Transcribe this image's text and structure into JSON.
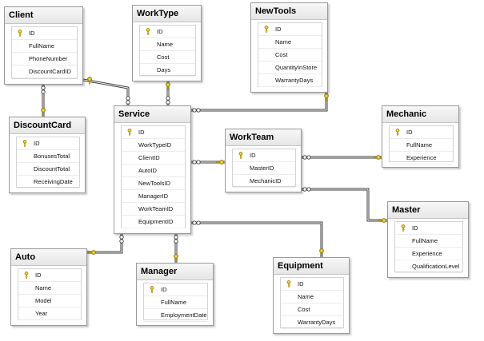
{
  "diagram": {
    "tables": [
      {
        "id": "client",
        "title": "Client",
        "columns": [
          {
            "name": "ID",
            "pk": true
          },
          {
            "name": "FullName"
          },
          {
            "name": "PhoneNumber"
          },
          {
            "name": "DiscountCardID"
          }
        ]
      },
      {
        "id": "worktype",
        "title": "WorkType",
        "columns": [
          {
            "name": "ID",
            "pk": true
          },
          {
            "name": "Name"
          },
          {
            "name": "Cost"
          },
          {
            "name": "Days"
          }
        ]
      },
      {
        "id": "newtools",
        "title": "NewTools",
        "columns": [
          {
            "name": "ID",
            "pk": true
          },
          {
            "name": "Name"
          },
          {
            "name": "Cost"
          },
          {
            "name": "QuantityInStore"
          },
          {
            "name": "WarrantyDays"
          }
        ]
      },
      {
        "id": "discountcard",
        "title": "DiscountCard",
        "columns": [
          {
            "name": "ID",
            "pk": true
          },
          {
            "name": "BonusesTotal"
          },
          {
            "name": "DiscountTotal"
          },
          {
            "name": "ReceivingDate"
          }
        ]
      },
      {
        "id": "service",
        "title": "Service",
        "columns": [
          {
            "name": "ID",
            "pk": true
          },
          {
            "name": "WorkTypeID"
          },
          {
            "name": "ClientID"
          },
          {
            "name": "AutoID"
          },
          {
            "name": "NewToolsID"
          },
          {
            "name": "ManagerID"
          },
          {
            "name": "WorkTeamID"
          },
          {
            "name": "EquipmentID"
          }
        ]
      },
      {
        "id": "workteam",
        "title": "WorkTeam",
        "columns": [
          {
            "name": "ID",
            "pk": true
          },
          {
            "name": "MasterID"
          },
          {
            "name": "MechanicID"
          }
        ]
      },
      {
        "id": "mechanic",
        "title": "Mechanic",
        "columns": [
          {
            "name": "ID",
            "pk": true
          },
          {
            "name": "FullName"
          },
          {
            "name": "Experience"
          }
        ]
      },
      {
        "id": "master",
        "title": "Master",
        "columns": [
          {
            "name": "ID",
            "pk": true
          },
          {
            "name": "FullName"
          },
          {
            "name": "Experience"
          },
          {
            "name": "QualificationLevel"
          }
        ]
      },
      {
        "id": "auto",
        "title": "Auto",
        "columns": [
          {
            "name": "ID",
            "pk": true
          },
          {
            "name": "Name"
          },
          {
            "name": "Model"
          },
          {
            "name": "Year"
          }
        ]
      },
      {
        "id": "manager",
        "title": "Manager",
        "columns": [
          {
            "name": "ID",
            "pk": true
          },
          {
            "name": "FullName"
          },
          {
            "name": "EmploymentDate"
          }
        ]
      },
      {
        "id": "equipment",
        "title": "Equipment",
        "columns": [
          {
            "name": "ID",
            "pk": true
          },
          {
            "name": "Name"
          },
          {
            "name": "Cost"
          },
          {
            "name": "WarrantyDays"
          }
        ]
      }
    ],
    "relationships": [
      {
        "from": "service",
        "to": "worktype"
      },
      {
        "from": "service",
        "to": "client"
      },
      {
        "from": "client",
        "to": "discountcard"
      },
      {
        "from": "service",
        "to": "newtools"
      },
      {
        "from": "service",
        "to": "workteam"
      },
      {
        "from": "workteam",
        "to": "mechanic"
      },
      {
        "from": "workteam",
        "to": "master"
      },
      {
        "from": "service",
        "to": "auto"
      },
      {
        "from": "service",
        "to": "manager"
      },
      {
        "from": "service",
        "to": "equipment"
      }
    ],
    "colors": {
      "key": "#d9b100",
      "line": "#3c3c3c",
      "border": "#9a9a9a"
    }
  }
}
